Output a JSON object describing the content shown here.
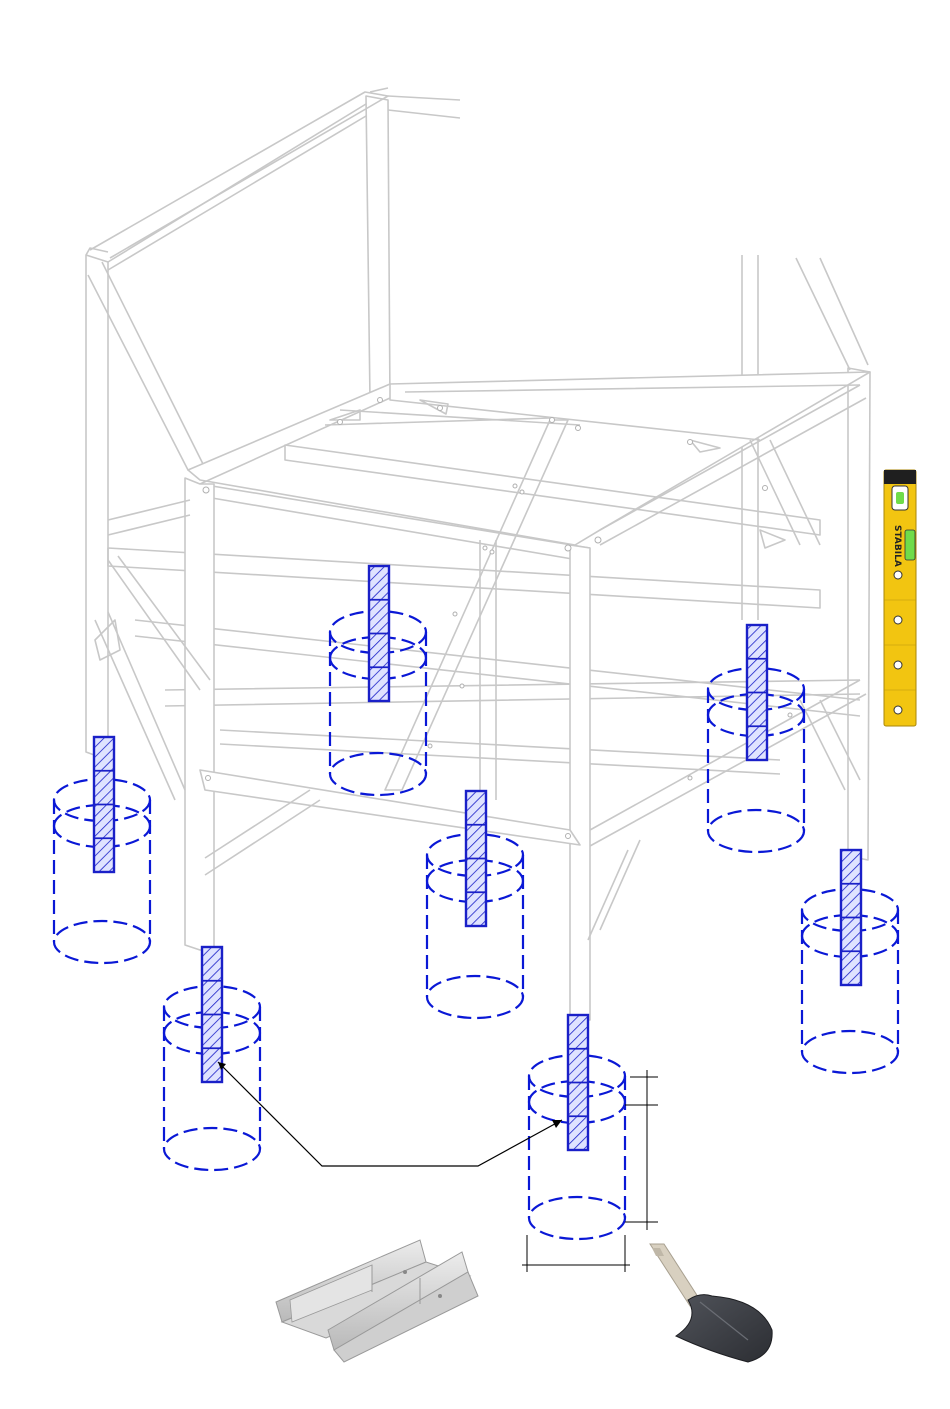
{
  "colors": {
    "frame": "#c8c8c8",
    "pit_outline": "#0a18d6",
    "post_fill": "#1a20c8",
    "post_hatch": "#7080ff",
    "leader": "#000000",
    "level_body": "#f2c511",
    "shovel_blade": "#3a3c42",
    "shovel_handle": "#d8d0c0",
    "bracket": "#c9c9c9"
  },
  "level": {
    "brand": "STABILA",
    "icon": "spirit-level-icon"
  },
  "illustrations": [
    {
      "name": "aluminum-angle-brackets",
      "icon": "angle-bracket-icon"
    },
    {
      "name": "shovel",
      "icon": "shovel-icon"
    }
  ],
  "pits": [
    {
      "id": "pit-1"
    },
    {
      "id": "pit-2"
    },
    {
      "id": "pit-3"
    },
    {
      "id": "pit-4"
    },
    {
      "id": "pit-5"
    },
    {
      "id": "pit-6"
    },
    {
      "id": "pit-7"
    },
    {
      "id": "pit-8"
    }
  ]
}
